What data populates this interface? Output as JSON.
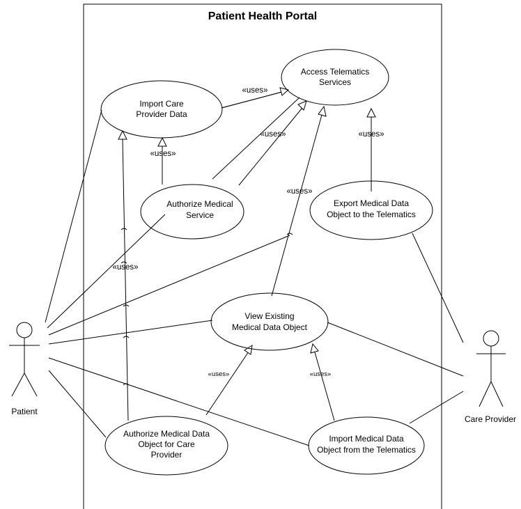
{
  "system": {
    "title": "Patient Health Portal"
  },
  "actors": {
    "patient": "Patient",
    "care_provider": "Care Provider"
  },
  "use_cases": {
    "access_telematics": [
      "Access Telematics",
      "Services"
    ],
    "import_care_provider": [
      "Import Care",
      "Provider Data"
    ],
    "authorize_service": [
      "Authorize Medical",
      "Service"
    ],
    "export_data": [
      "Export Medical Data",
      "Object to the Telematics"
    ],
    "view_existing": [
      "View Existing",
      "Medical Data Object"
    ],
    "authorize_data": [
      "Authorize Medical Data",
      "Object for Care",
      "Provider"
    ],
    "import_data": [
      "Import Medical Data",
      "Object from the Telematics"
    ]
  },
  "relations": {
    "uses": "«uses»"
  }
}
